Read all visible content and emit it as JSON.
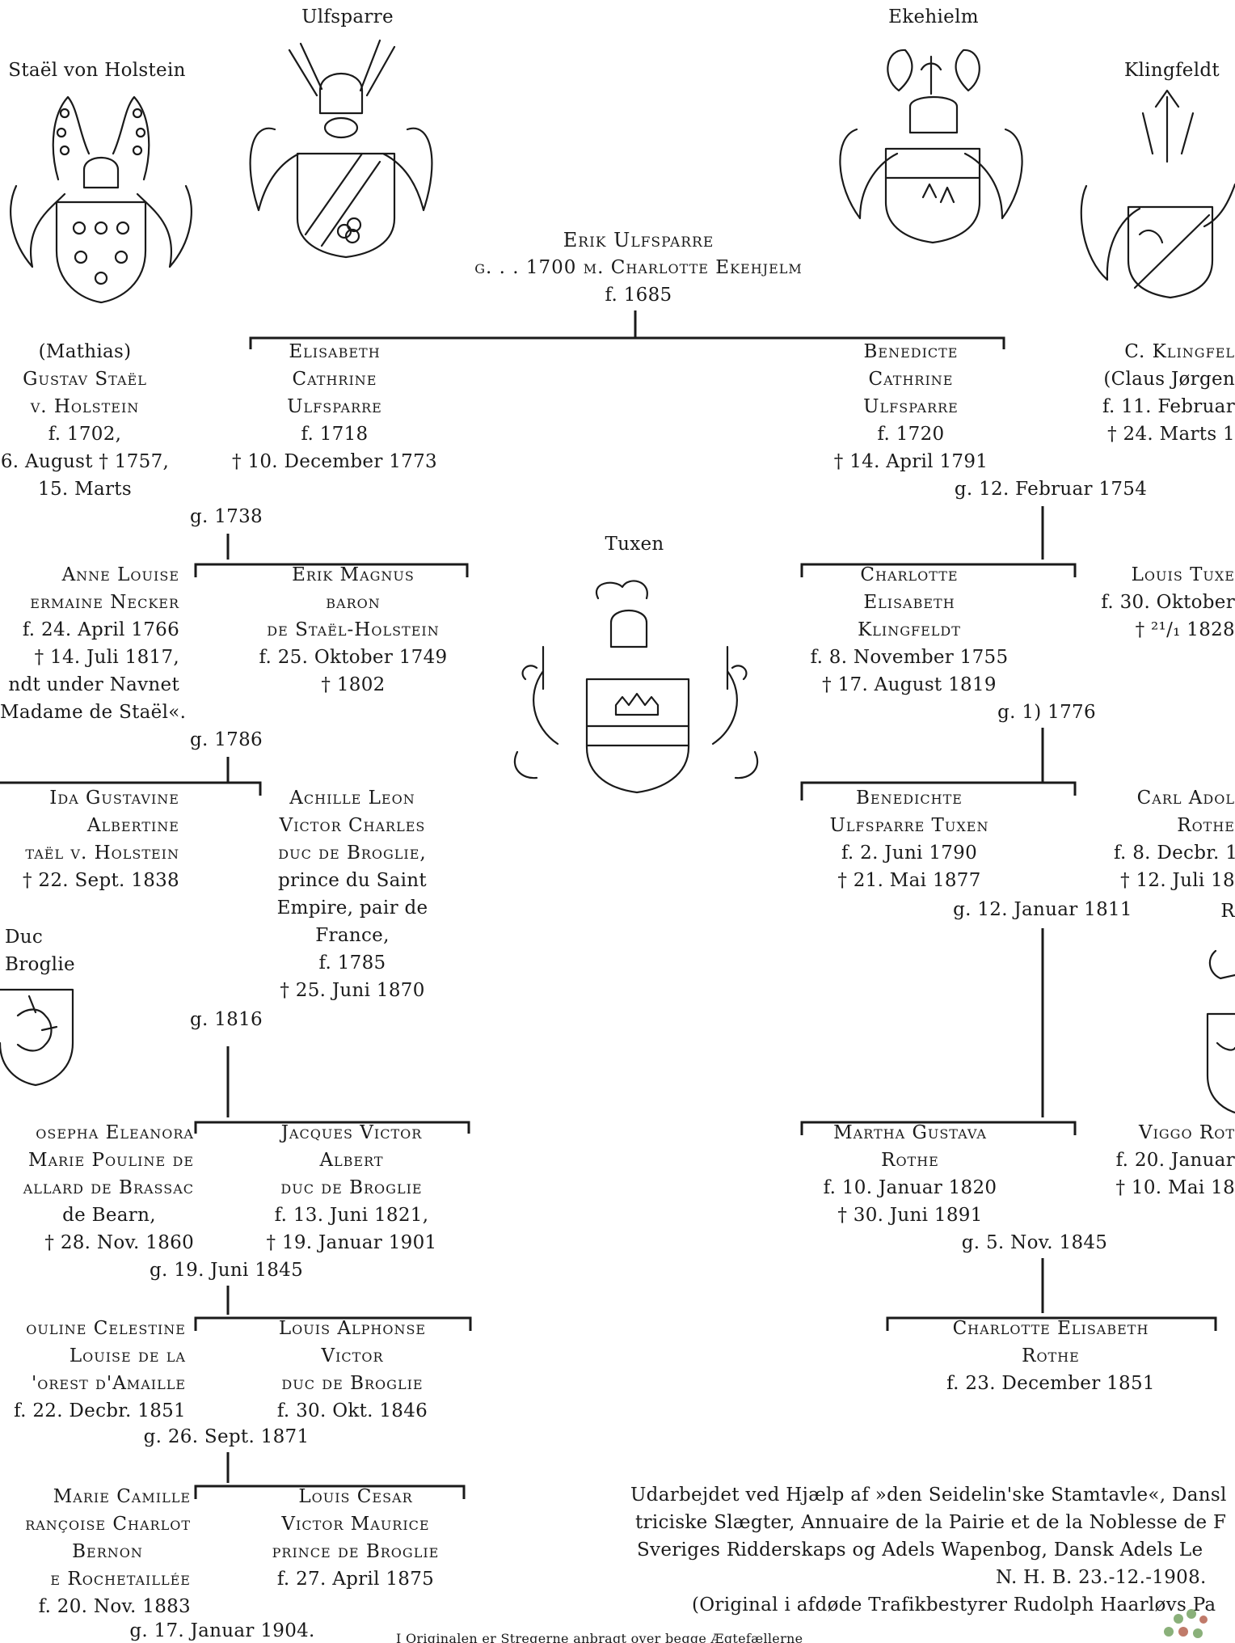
{
  "crest_labels": {
    "stael": "Staël von Holstein",
    "ulfsparre": "Ulfsparre",
    "ekehielm": "Ekehielm",
    "klingfeldt": "Klingfeldt",
    "tuxen": "Tuxen",
    "broglie": [
      "Duc",
      "Broglie"
    ],
    "rothe": "R"
  },
  "root": {
    "name": "Erik Ulfsparre",
    "marriage": "g. . . 1700 m. Charlotte Ekehjelm",
    "born": "f. 1685"
  },
  "gen1": {
    "gustav": [
      "(Mathias)",
      "Gustav Staël",
      "v. Holstein",
      "f. 1702,",
      "6. August † 1757,",
      "15. Marts"
    ],
    "elisabeth": [
      "Elisabeth",
      "Cathrine",
      "Ulfsparre",
      "f. 1718",
      "† 10. December 1773"
    ],
    "benedicte": [
      "Benedicte",
      "Cathrine",
      "Ulfsparre",
      "f. 1720",
      "† 14. April 1791"
    ],
    "klingfeldt": [
      "C. Klingfel",
      "(Claus Jørgen",
      "f. 11. Februar",
      "† 24. Marts 1"
    ],
    "marriage_left": "g. 1738",
    "marriage_right": "g. 12. Februar 1754"
  },
  "gen2": {
    "anne": [
      "Anne Louise",
      "ermaine Necker",
      "f. 24. April 1766",
      "† 14. Juli 1817,",
      "ndt under Navnet",
      "Madame de Staël«."
    ],
    "erik": [
      "Erik Magnus",
      "baron",
      "de Staël-Holstein",
      "f. 25. Oktober 1749",
      "† 1802"
    ],
    "charlotte": [
      "Charlotte",
      "Elisabeth",
      "Klingfeldt",
      "f. 8. November 1755",
      "† 17. August 1819"
    ],
    "louis_tuxen": [
      "Louis Tuxe",
      "f. 30. Oktober",
      "† ²¹/₁ 1828"
    ],
    "marriage_left": "g. 1786",
    "marriage_right": "g. 1) 1776"
  },
  "gen3": {
    "ida": [
      "Ida Gustavine",
      "Albertine",
      "taël v. Holstein",
      "† 22. Sept. 1838"
    ],
    "achille": [
      "Achille Leon",
      "Victor Charles",
      "duc de Broglie,",
      "prince du Saint",
      "Empire, pair de",
      "France,",
      "f. 1785",
      "† 25. Juni 1870"
    ],
    "benedichte": [
      "Benedichte",
      "Ulfsparre Tuxen",
      "f. 2. Juni 1790",
      "† 21. Mai 1877"
    ],
    "carl": [
      "Carl Adol",
      "Rothe",
      "f. 8. Decbr. 1",
      "† 12. Juli 18"
    ],
    "marriage_left": "g. 1816",
    "marriage_right": "g. 12. Januar 1811"
  },
  "gen4": {
    "josepha": [
      "osepha Eleanora",
      "Marie Pouline de",
      "allard de Brassac",
      "de Bearn,",
      "† 28. Nov. 1860"
    ],
    "jacques": [
      "Jacques Victor",
      "Albert",
      "duc de Broglie",
      "f. 13. Juni 1821,",
      "† 19. Januar 1901"
    ],
    "martha": [
      "Martha Gustava",
      "Rothe",
      "f. 10. Januar 1820",
      "† 30. Juni 1891"
    ],
    "viggo": [
      "Viggo Rot",
      "f. 20. Januar",
      "† 10. Mai 18"
    ],
    "marriage_left": "g. 19. Juni 1845",
    "marriage_right": "g. 5. Nov. 1845"
  },
  "gen5": {
    "pouline": [
      "ouline Celestine",
      "Louise de la",
      "'orest d'Amaille",
      "f. 22. Decbr. 1851"
    ],
    "louis_alphonse": [
      "Louis Alphonse",
      "Victor",
      "duc de Broglie",
      "f. 30. Okt. 1846"
    ],
    "charlotte_rothe": [
      "Charlotte Elisabeth",
      "Rothe",
      "f. 23. December 1851"
    ],
    "marriage_left": "g. 26. Sept. 1871"
  },
  "gen6": {
    "marie": [
      "Marie Camille",
      "rançoise Charlot",
      "Bernon",
      "e Rochetaillée",
      "f. 20. Nov. 1883"
    ],
    "louis_cesar": [
      "Louis Cesar",
      "Victor Maurice",
      "prince de Broglie",
      "f. 27. April 1875"
    ],
    "marriage_left": "g. 17. Januar 1904."
  },
  "sources": [
    "Udarbejdet ved Hjælp af »den Seidelin'ske Stamtavle«, Dansl",
    "triciske Slægter, Annuaire de la Pairie et de la Noblesse de F",
    "Sveriges Ridderskaps og Adels Wapenbog, Dansk Adels Le",
    "N. H. B. 23.-12.-1908.",
    "(Original i afdøde Trafikbestyrer Rudolph Haarløvs Pa"
  ],
  "footnote": "I Originalen er Stregerne anbragt over begge Ægtefællerne",
  "colors": {
    "ink": "#1a1a1a",
    "logo_green": "#8ab07a",
    "logo_red": "#c07a6a"
  }
}
